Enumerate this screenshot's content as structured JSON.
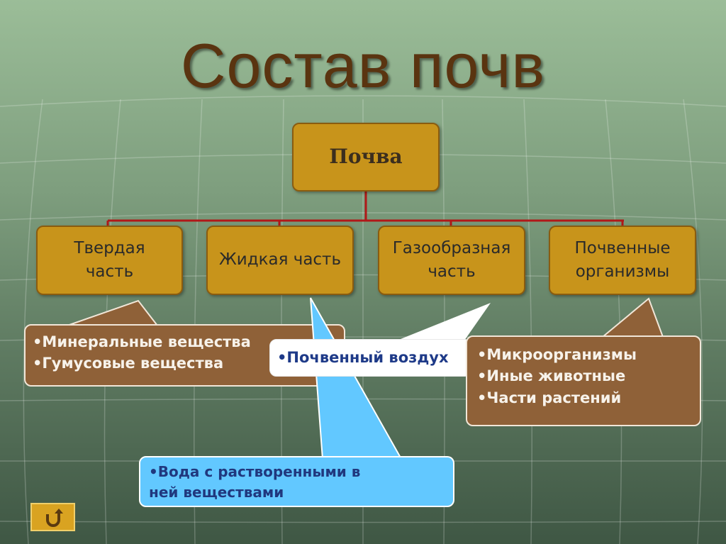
{
  "title": "Состав почв",
  "root_box": {
    "label": "Почва"
  },
  "category_boxes": [
    {
      "label_line1": "Твердая",
      "label_line2": "часть"
    },
    {
      "label_line1": "Жидкая часть",
      "label_line2": ""
    },
    {
      "label_line1": "Газообразная",
      "label_line2": "часть"
    },
    {
      "label_line1": "Почвенные",
      "label_line2": "организмы"
    }
  ],
  "callouts": {
    "solid": {
      "items": [
        "•Минеральные вещества",
        "•Гумусовые вещества"
      ]
    },
    "gas": {
      "items": [
        "•Почвенный воздух"
      ]
    },
    "organisms": {
      "items": [
        "•Микроорганизмы",
        "•Иные животные",
        "•Части растений"
      ]
    },
    "liquid": {
      "items": [
        "•Вода с растворенными в",
        "ней веществами"
      ]
    }
  },
  "nav": {
    "back_icon": "u-turn-back-icon"
  },
  "colors": {
    "box_fill": "#c8941b",
    "connector": "#b01818",
    "callout_brown": "#8f6138",
    "callout_blue": "#62c8ff",
    "title": "#5a3410"
  }
}
